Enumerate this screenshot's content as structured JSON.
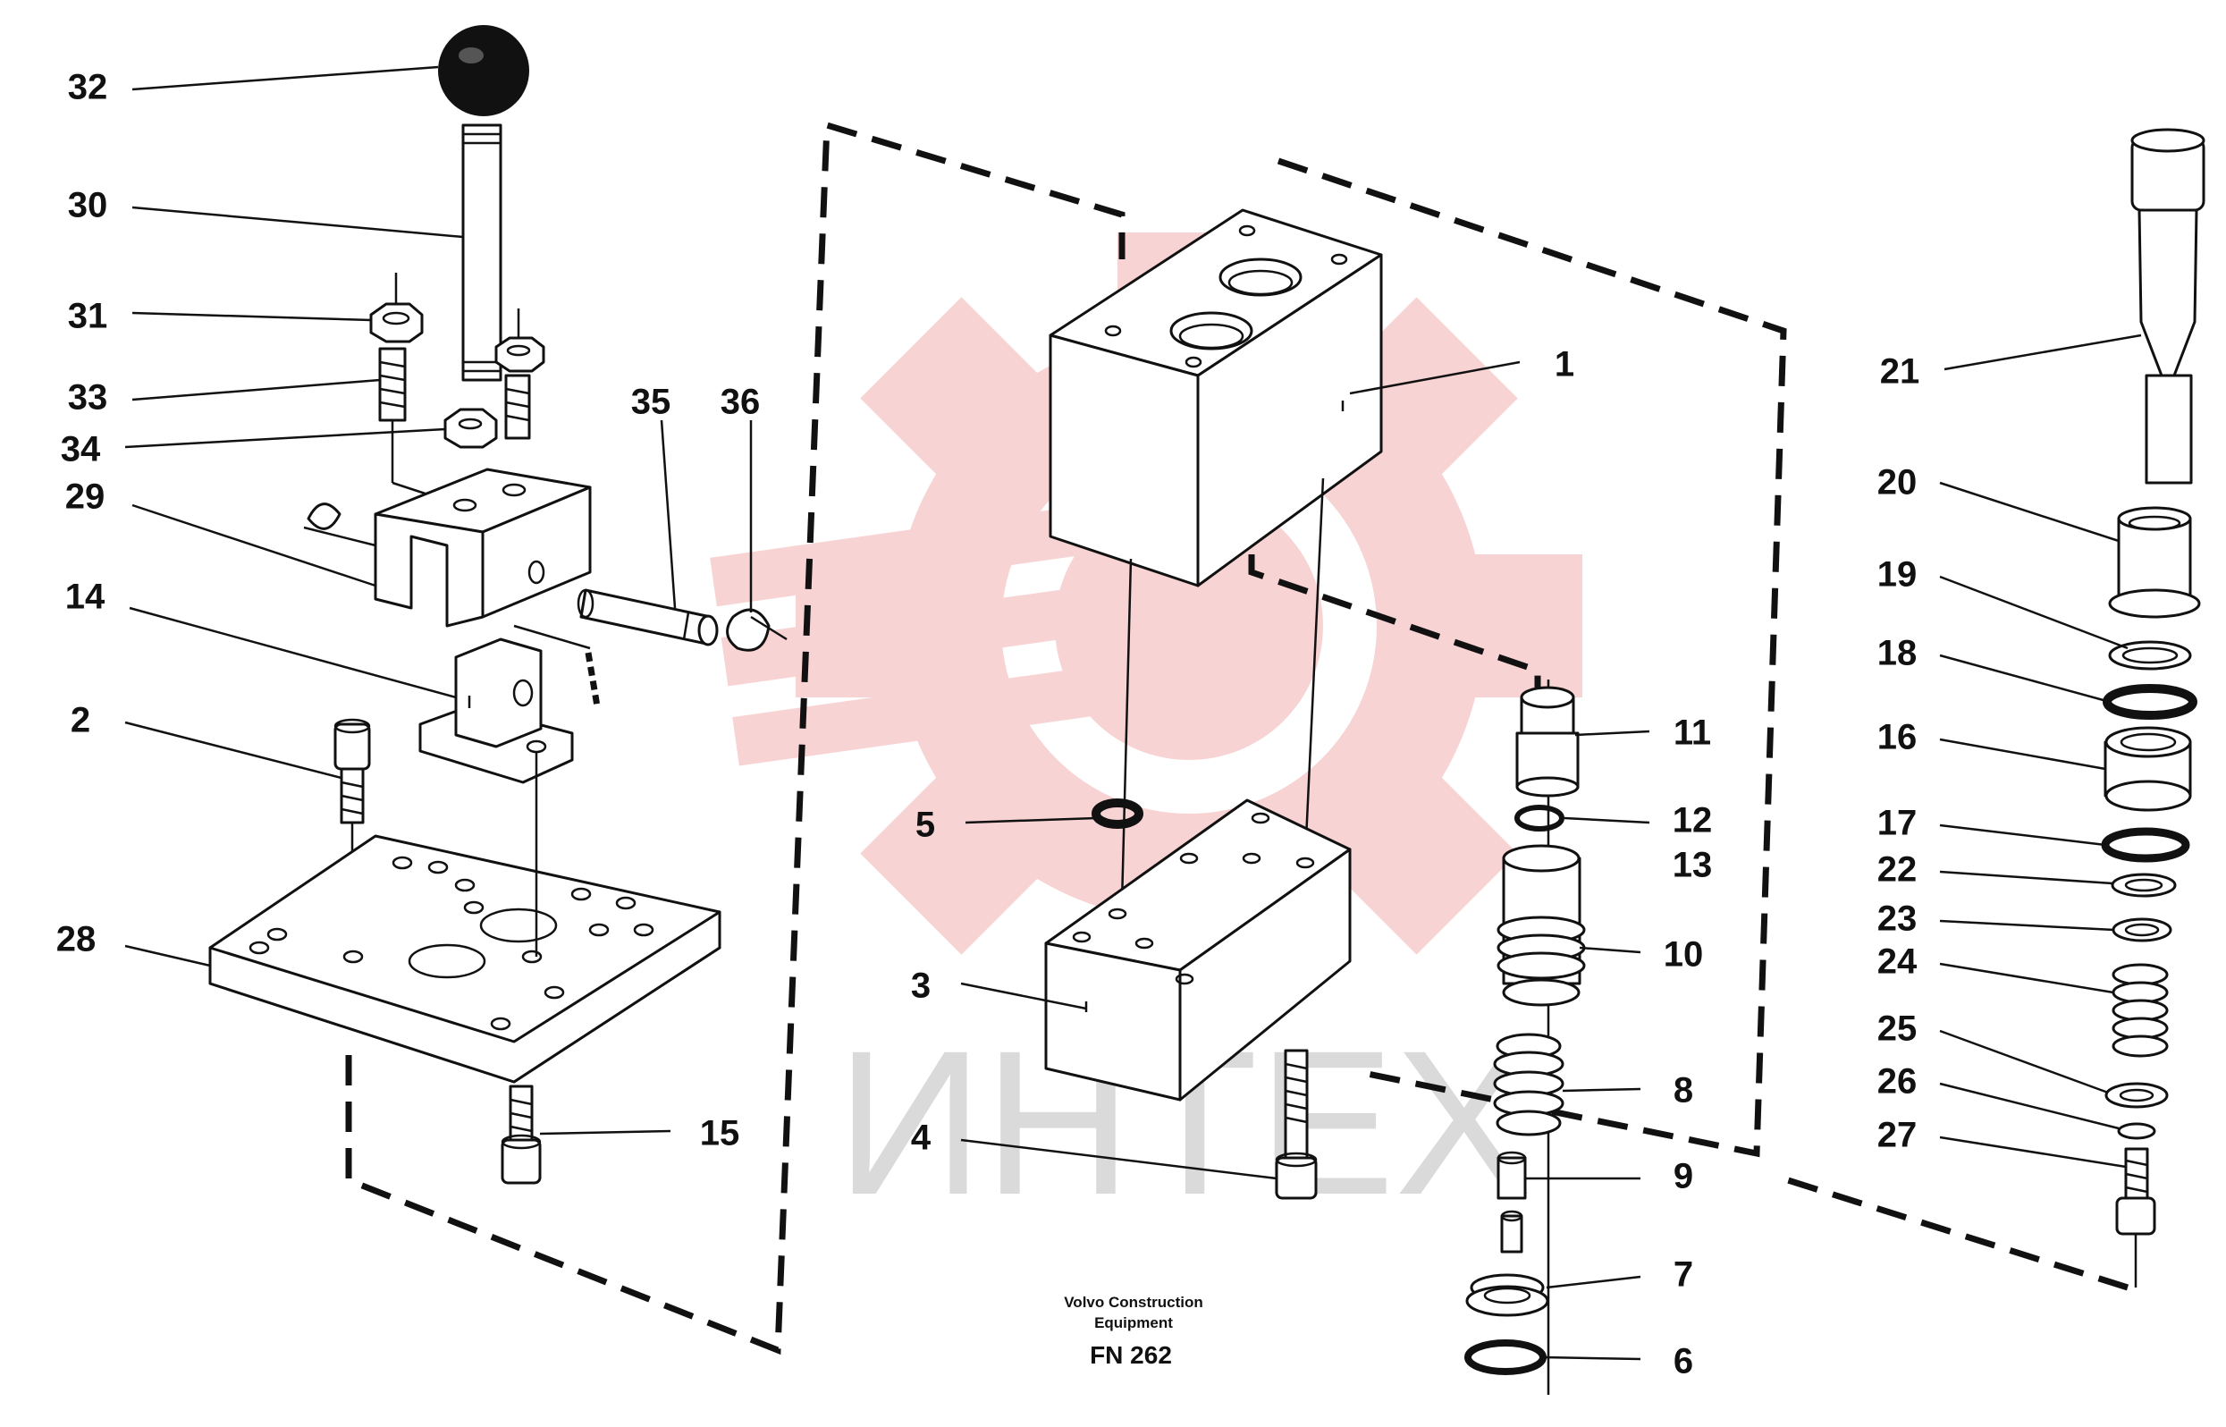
{
  "callouts": [
    {
      "id": "32",
      "label": "32"
    },
    {
      "id": "30",
      "label": "30"
    },
    {
      "id": "31",
      "label": "31"
    },
    {
      "id": "33",
      "label": "33"
    },
    {
      "id": "34",
      "label": "34"
    },
    {
      "id": "29",
      "label": "29"
    },
    {
      "id": "14",
      "label": "14"
    },
    {
      "id": "2",
      "label": "2"
    },
    {
      "id": "28",
      "label": "28"
    },
    {
      "id": "15",
      "label": "15"
    },
    {
      "id": "35",
      "label": "35"
    },
    {
      "id": "36",
      "label": "36"
    },
    {
      "id": "1",
      "label": "1"
    },
    {
      "id": "5",
      "label": "5"
    },
    {
      "id": "3",
      "label": "3"
    },
    {
      "id": "4",
      "label": "4"
    },
    {
      "id": "11",
      "label": "11"
    },
    {
      "id": "12",
      "label": "12"
    },
    {
      "id": "13",
      "label": "13"
    },
    {
      "id": "10",
      "label": "10"
    },
    {
      "id": "8",
      "label": "8"
    },
    {
      "id": "9",
      "label": "9"
    },
    {
      "id": "7",
      "label": "7"
    },
    {
      "id": "6",
      "label": "6"
    },
    {
      "id": "21",
      "label": "21"
    },
    {
      "id": "20",
      "label": "20"
    },
    {
      "id": "19",
      "label": "19"
    },
    {
      "id": "18",
      "label": "18"
    },
    {
      "id": "16",
      "label": "16"
    },
    {
      "id": "17",
      "label": "17"
    },
    {
      "id": "22",
      "label": "22"
    },
    {
      "id": "23",
      "label": "23"
    },
    {
      "id": "24",
      "label": "24"
    },
    {
      "id": "25",
      "label": "25"
    },
    {
      "id": "26",
      "label": "26"
    },
    {
      "id": "27",
      "label": "27"
    }
  ],
  "caption": {
    "maker_line1": "Volvo Construction",
    "maker_line2": "Equipment",
    "figure_number": "FN 262"
  },
  "watermark": {
    "text": "ИНТЕХ",
    "logo_color": "#f4b0b0",
    "text_color": "#d6d6d6"
  },
  "colors": {
    "ink": "#111111",
    "background": "#ffffff"
  }
}
